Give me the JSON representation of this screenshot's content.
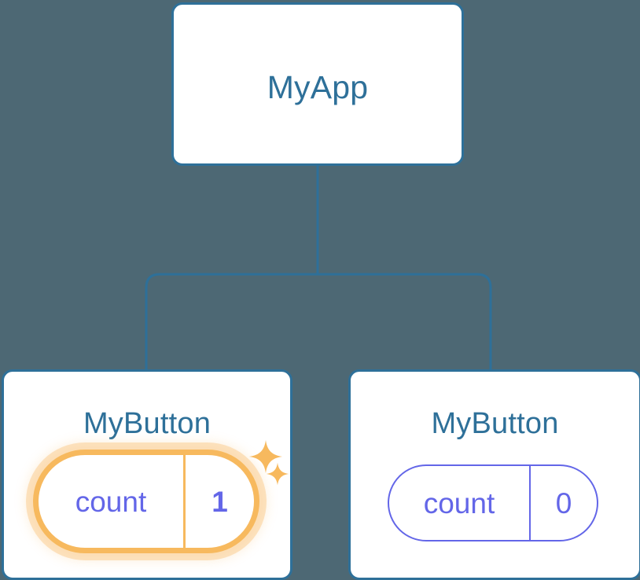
{
  "diagram": {
    "type": "component-tree",
    "background_color": "#4d6874",
    "node_border_color": "#2e7099",
    "node_text_color": "#2e7099",
    "state_color": "#6366e8",
    "highlight_color": "#f7b95e",
    "highlight_glow_color": "#fabe6e",
    "connector_color": "#2e7099"
  },
  "root": {
    "label": "MyApp"
  },
  "children": [
    {
      "label": "MyButton",
      "state": {
        "key": "count",
        "value": "1"
      },
      "highlighted": true,
      "sparkle_large": "sparkle-icon",
      "sparkle_small": "sparkle-icon"
    },
    {
      "label": "MyButton",
      "state": {
        "key": "count",
        "value": "0"
      },
      "highlighted": false
    }
  ]
}
